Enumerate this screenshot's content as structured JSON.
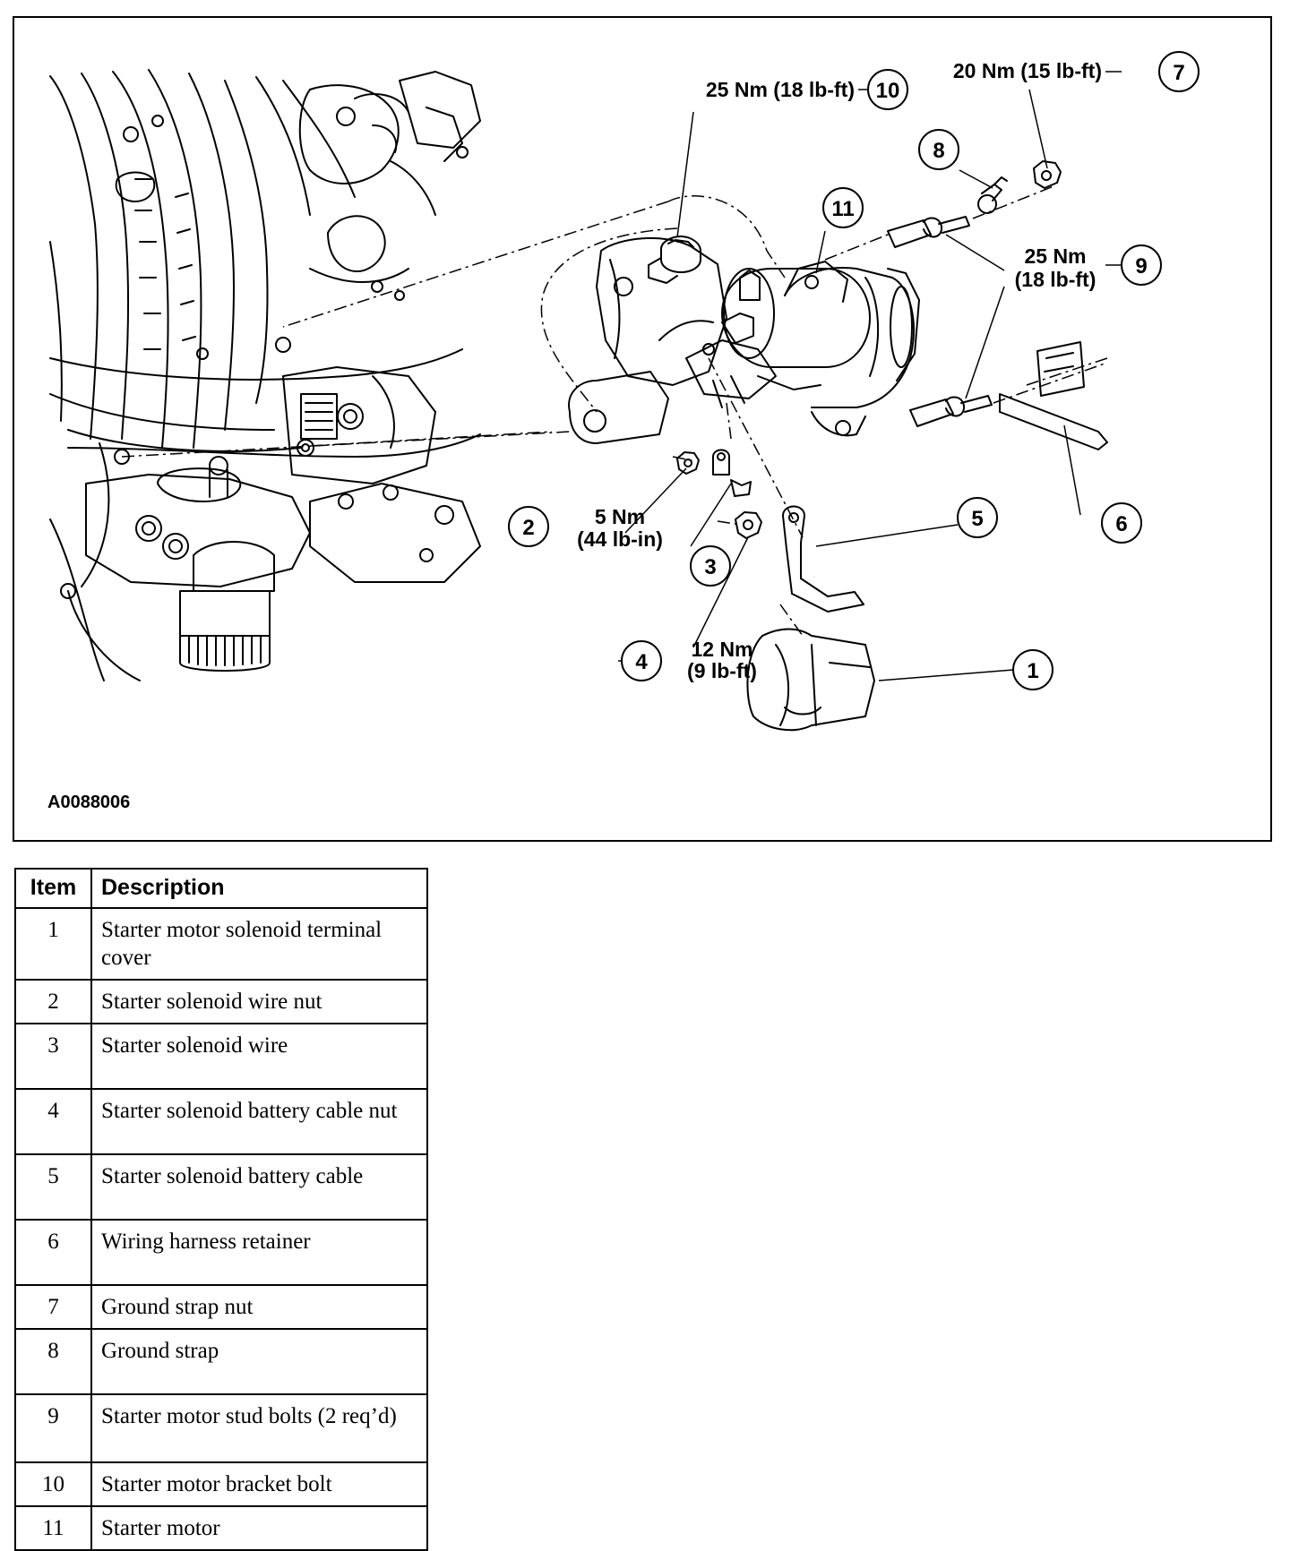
{
  "figure": {
    "id_label": "A0088006",
    "callouts": [
      {
        "num": "1",
        "torque": []
      },
      {
        "num": "2",
        "torque": [
          "5 Nm",
          "(44 lb-in)"
        ]
      },
      {
        "num": "3",
        "torque": []
      },
      {
        "num": "4",
        "torque": [
          "12 Nm",
          "(9 lb-ft)"
        ]
      },
      {
        "num": "5",
        "torque": []
      },
      {
        "num": "6",
        "torque": []
      },
      {
        "num": "7",
        "torque": [
          "20 Nm (15 lb-ft)"
        ]
      },
      {
        "num": "8",
        "torque": []
      },
      {
        "num": "9",
        "torque": [
          "25 Nm",
          "(18 lb-ft)"
        ]
      },
      {
        "num": "10",
        "torque": [
          "25 Nm (18 lb-ft)"
        ]
      },
      {
        "num": "11",
        "torque": []
      }
    ]
  },
  "legend": {
    "header_item": "Item",
    "header_description": "Description",
    "rows": [
      {
        "item": "1",
        "description": "Starter motor solenoid terminal cover"
      },
      {
        "item": "2",
        "description": "Starter solenoid wire nut"
      },
      {
        "item": "3",
        "description": "Starter solenoid wire"
      },
      {
        "item": "4",
        "description": "Starter solenoid battery cable nut"
      },
      {
        "item": "5",
        "description": "Starter solenoid battery cable"
      },
      {
        "item": "6",
        "description": "Wiring harness retainer"
      },
      {
        "item": "7",
        "description": "Ground strap nut"
      },
      {
        "item": "8",
        "description": "Ground strap"
      },
      {
        "item": "9",
        "description": "Starter motor stud bolts (2 req’d)"
      },
      {
        "item": "10",
        "description": "Starter motor bracket bolt"
      },
      {
        "item": "11",
        "description": "Starter motor"
      }
    ]
  }
}
